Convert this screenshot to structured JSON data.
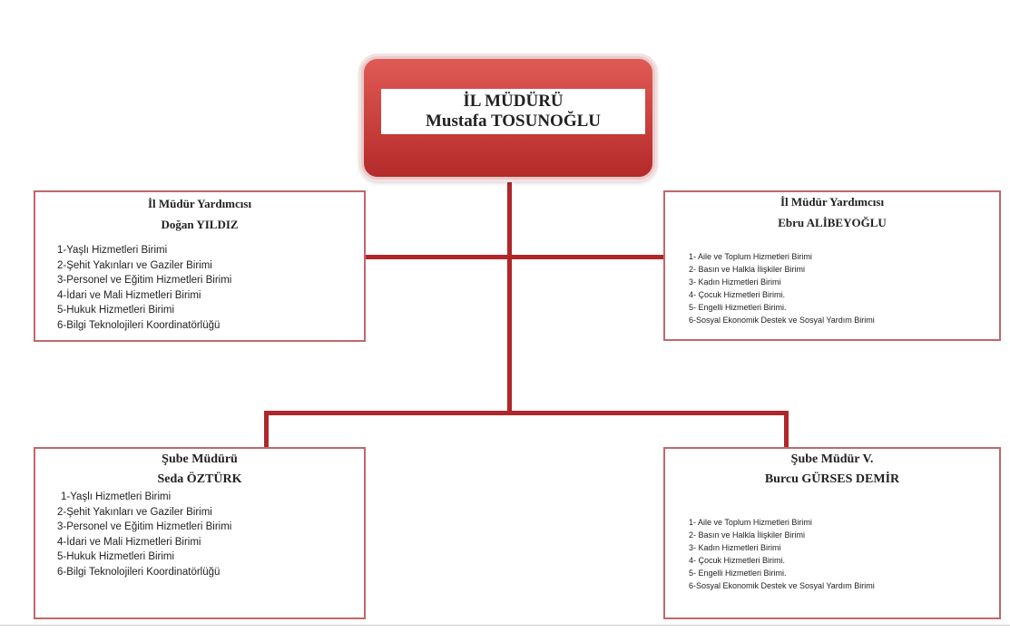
{
  "director": {
    "title": "İL MÜDÜRÜ",
    "name": "Mustafa TOSUNOĞLU"
  },
  "units": [
    {
      "title": "İl Müdür Yardımcısı",
      "name": "Doğan YILDIZ",
      "items": [
        "1-Yaşlı Hizmetleri Birimi",
        "2-Şehit Yakınları ve Gaziler Birimi",
        "3-Personel ve Eğitim Hizmetleri Birimi",
        "4-İdari ve Mali Hizmetleri Birimi",
        "5-Hukuk Hizmetleri Birimi",
        "6-Bilgi Teknolojileri Koordinatörlüğü"
      ]
    },
    {
      "title": "İl Müdür Yardımcısı",
      "name": "Ebru ALİBEYOĞLU",
      "items": [
        "1- Aile ve Toplum Hizmetleri Birimi",
        "2- Basın ve Halkla İlişkiler Birimi",
        "3- Kadın Hizmetleri Birimi",
        "4- Çocuk Hizmetleri Birimi.",
        "5- Engelli Hizmetleri Birimi.",
        "6-Sosyal Ekonomik Destek ve Sosyal Yardım Birimi"
      ]
    },
    {
      "title": "Şube Müdürü",
      "name": "Seda ÖZTÜRK",
      "items": [
        "1-Yaşlı Hizmetleri Birimi",
        "2-Şehit Yakınları ve Gaziler Birimi",
        "3-Personel ve Eğitim Hizmetleri Birimi",
        "4-İdari ve Mali Hizmetleri Birimi",
        "5-Hukuk Hizmetleri Birimi",
        "6-Bilgi Teknolojileri Koordinatörlüğü"
      ]
    },
    {
      "title": "Şube Müdür V.",
      "name": "Burcu GÜRSES DEMİR",
      "items": [
        "1- Aile ve Toplum Hizmetleri Birimi",
        "2- Basın ve Halkla İlişkiler Birimi",
        "3- Kadın Hizmetleri Birimi",
        "4- Çocuk Hizmetleri Birimi.",
        "5- Engelli Hizmetleri Birimi.",
        "6-Sosyal Ekonomik Destek ve Sosyal Yardım Birimi"
      ]
    }
  ],
  "colors": {
    "line": "#b0262a",
    "box_border": "#c0676a"
  }
}
